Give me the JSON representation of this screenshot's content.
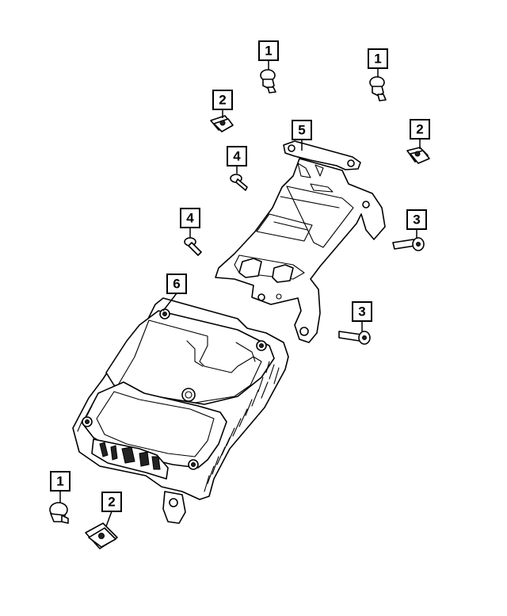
{
  "callouts": [
    {
      "label": "1"
    },
    {
      "label": "1"
    },
    {
      "label": "2"
    },
    {
      "label": "2"
    },
    {
      "label": "5"
    },
    {
      "label": "4"
    },
    {
      "label": "4"
    },
    {
      "label": "3"
    },
    {
      "label": "6"
    },
    {
      "label": "3"
    },
    {
      "label": "1"
    },
    {
      "label": "2"
    }
  ]
}
